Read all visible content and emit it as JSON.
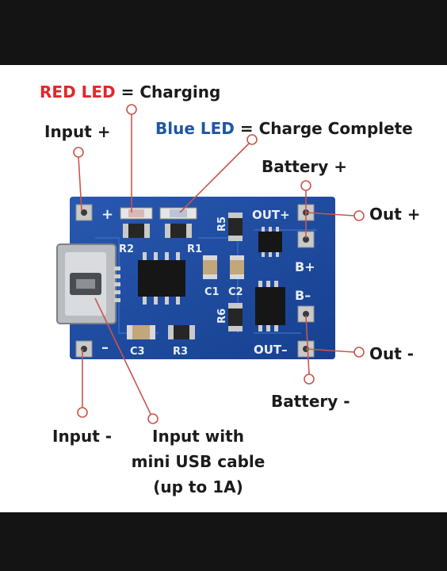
{
  "labels": {
    "red_led": "RED LED",
    "charging": "= Charging",
    "input_plus": "Input +",
    "blue_led": "Blue LED",
    "charge_complete": "= Charge Complete",
    "battery_plus": "Battery +",
    "out_plus": "Out +",
    "out_minus": "Out -",
    "battery_minus": "Battery -",
    "input_minus": "Input -",
    "usb_line1": "Input with",
    "usb_line2": "mini USB cable",
    "usb_line3": "(up to 1A)"
  },
  "silkscreen": {
    "plus": "+",
    "minus": "–",
    "r2": "R2",
    "r1": "R1",
    "r5": "R5",
    "r6": "R6",
    "c1": "C1",
    "c2": "C2",
    "c3": "C3",
    "r3": "R3",
    "out_plus": "OUT+",
    "out_minus": "OUT–",
    "b_plus": "B+",
    "b_minus": "B–"
  },
  "colors": {
    "red_led": "#e3262a",
    "blue_led": "#1f56a5",
    "callout": "#c8564c",
    "pcb": "#1f4da0",
    "text": "#1b1b1b"
  }
}
